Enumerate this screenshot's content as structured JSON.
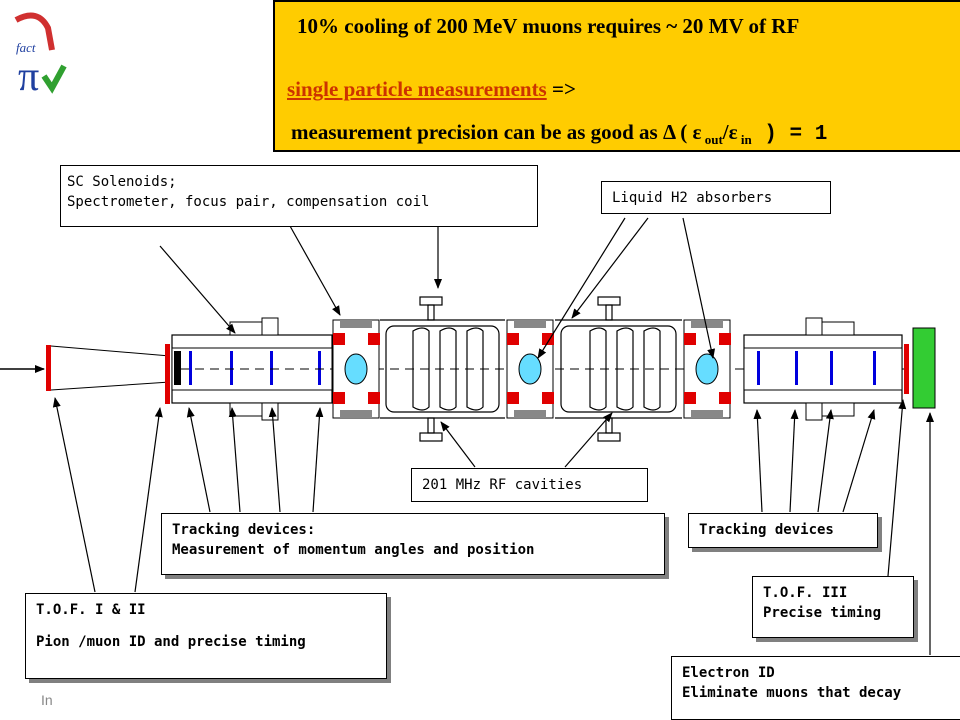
{
  "banner": {
    "line1": "10% cooling of 200 MeV muons requires ~ 20 MV of RF",
    "line2_underlined": " single particle measurements",
    "line2_rest": " =>",
    "line3_prefix": "measurement precision can be as good as ",
    "line3_delta": "Δ ( ε",
    "line3_sub_out": " out",
    "line3_slash": "/ε",
    "line3_sub_in": " in",
    "line3_close": " ) = 1"
  },
  "labels": {
    "sc_solenoids_line1": "SC Solenoids;",
    "sc_solenoids_line2": "Spectrometer, focus pair, compensation coil",
    "liquid_h2": "Liquid H2 absorbers",
    "rf_cavities": "201 MHz RF cavities",
    "tracking_left_line1": "Tracking devices:",
    "tracking_left_line2": "Measurement of momentum angles and position",
    "tracking_right": "Tracking devices",
    "tof12_line1": "T.O.F. I & II",
    "tof12_line2": "Pion /muon ID and precise timing",
    "tof3_line1": "T.O.F. III",
    "tof3_line2": "Precise timing",
    "electron_line1": "Electron ID",
    "electron_line2": "Eliminate muons that decay"
  },
  "footer": "In",
  "colors": {
    "banner_bg": "#ffcc00",
    "underline_red": "#cc3300",
    "tof_red": "#e00000",
    "tracker_blue": "#0000dd",
    "absorber_cyan": "#66ddff",
    "calorimeter_green": "#33cc33"
  }
}
